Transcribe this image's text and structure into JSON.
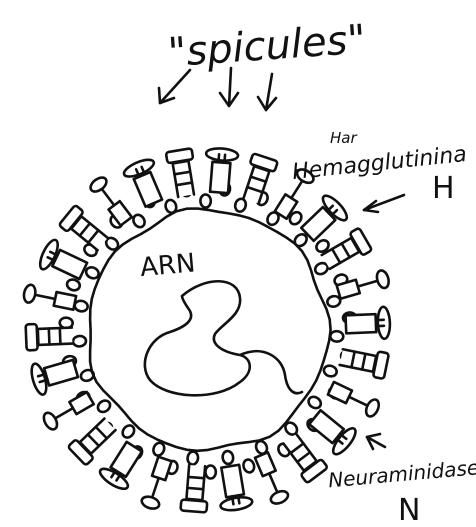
{
  "diagram": {
    "title_label": "\"spicules\"",
    "hemagglutinin_note": "Har",
    "hemagglutinin_label": "Hemagglutinina",
    "hemagglutinin_letter": "H",
    "rna_label": "ARN",
    "neuraminidase_label": "Neuraminidase",
    "neuraminidase_letter": "N",
    "ink_color": "#111111",
    "background_color": "#ffffff"
  }
}
